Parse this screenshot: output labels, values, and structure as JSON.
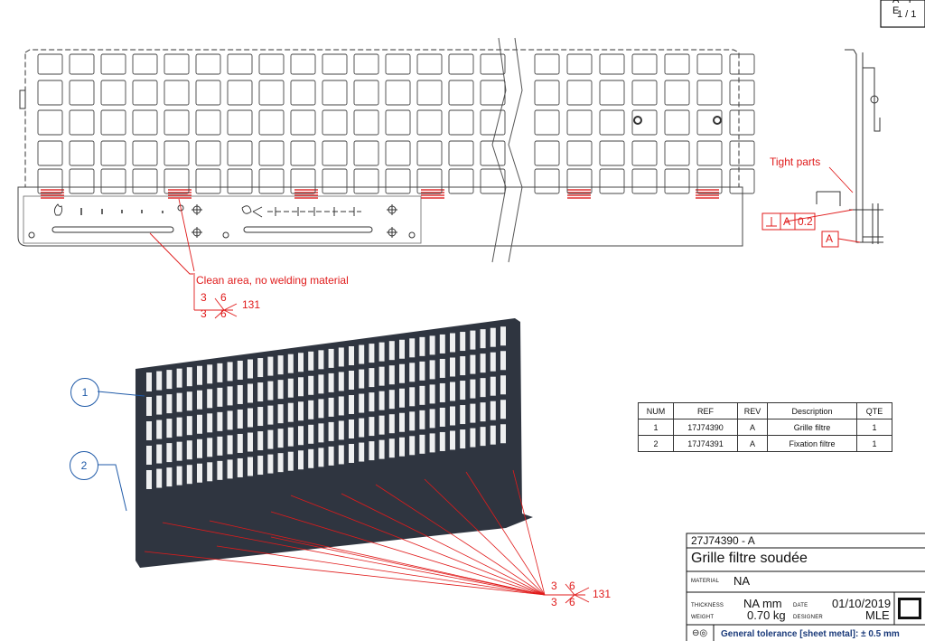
{
  "sheet": {
    "page_label": "1 / 1",
    "corner_letters": "A F E"
  },
  "front_view": {
    "annotation_clean": "Clean area, no welding material",
    "weld_top": {
      "a": "3",
      "b": "6",
      "c": "3",
      "d": "6",
      "process": "131"
    }
  },
  "side_view": {
    "tight_parts": "Tight parts",
    "datum": "A",
    "perp_tolerance": "0.2",
    "perp_datum": "A"
  },
  "iso_view": {
    "balloon_1": "1",
    "balloon_2": "2",
    "weld_bottom": {
      "a": "3",
      "b": "6",
      "c": "3",
      "d": "6",
      "process": "131"
    }
  },
  "bom": {
    "headers": [
      "NUM",
      "REF",
      "REV",
      "Description",
      "QTE"
    ],
    "rows": [
      [
        "1",
        "17J74390",
        "A",
        "Grille filtre",
        "1"
      ],
      [
        "2",
        "17J74391",
        "A",
        "Fixation filtre",
        "1"
      ]
    ]
  },
  "title_block": {
    "ref": "27J74390 - A",
    "title": "Grille filtre soudée",
    "material_label": "MATERIAL",
    "material": "NA",
    "thickness_label": "THICKNESS",
    "thickness": "NA mm",
    "weight_label": "WEIGHT",
    "weight": "0.70 kg",
    "date_label": "DATE",
    "date": "01/10/2019",
    "designer_label": "DESIGNER",
    "designer": "MLE",
    "tolerance_label": "General tolerance [sheet metal]:",
    "tolerance_value": "± 0.5 mm"
  }
}
